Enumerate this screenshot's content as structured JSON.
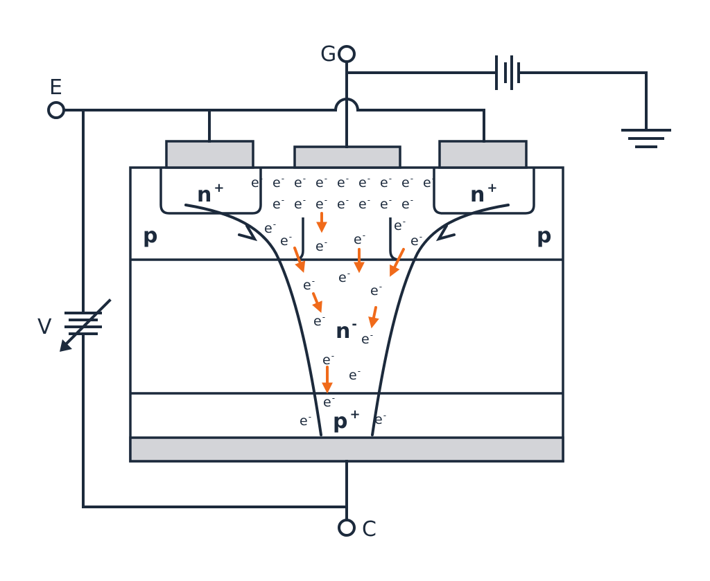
{
  "terminals": {
    "gate": "G",
    "emitter": "E",
    "collector": "C",
    "voltage": "V"
  },
  "regions": {
    "n_plus_left": {
      "base": "n",
      "sup": "+"
    },
    "n_plus_right": {
      "base": "n",
      "sup": "+"
    },
    "p_left": "p",
    "p_right": "p",
    "n_minus": {
      "base": "n",
      "sup": "-"
    },
    "p_plus": {
      "base": "p",
      "sup": "+"
    }
  },
  "electron": {
    "base": "e",
    "sup": "-"
  },
  "colors": {
    "line": "#1c2a3c",
    "metal": "#d3d4d8",
    "electron_flow_arrow": "#f06a1a"
  },
  "icons": [
    "battery-icon",
    "ground-icon",
    "variable-voltage-source-icon",
    "terminal-node-icon",
    "electron-flow-arrow-icon"
  ]
}
